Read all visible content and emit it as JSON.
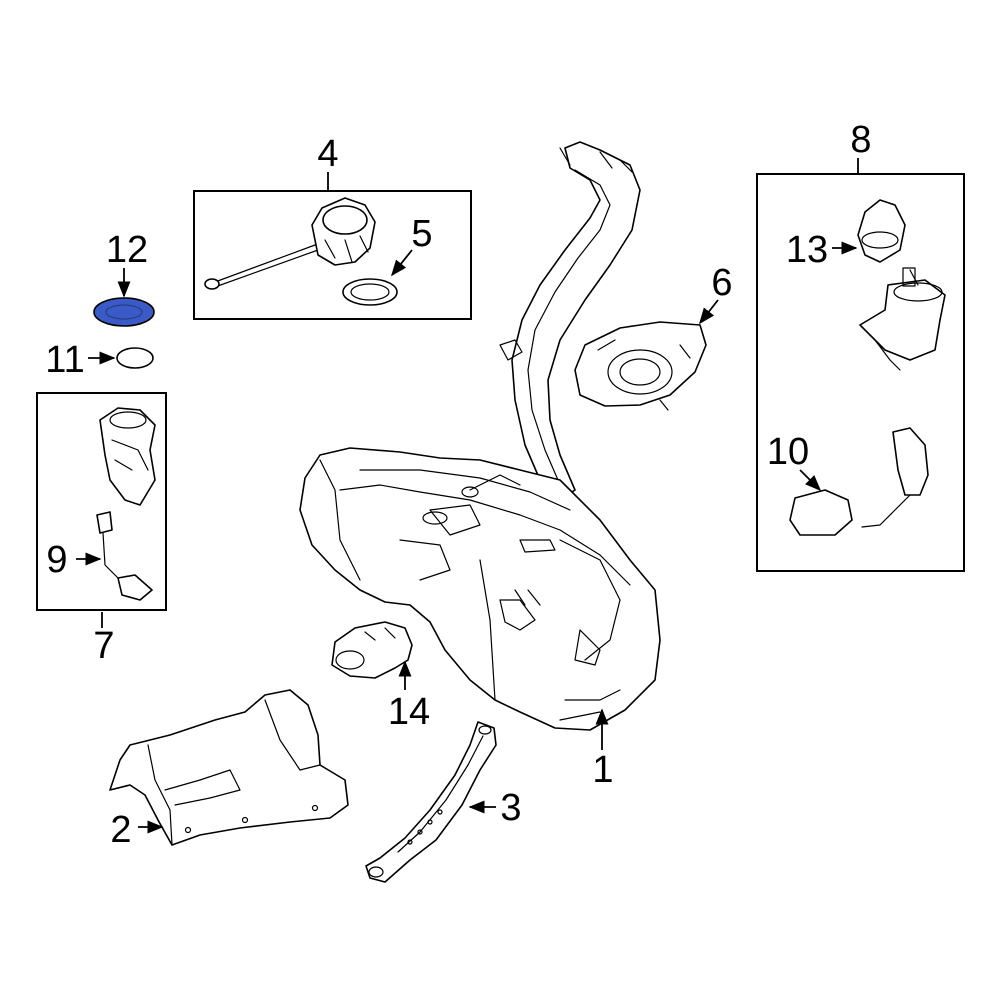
{
  "diagram": {
    "highlight_color": "#3a5bc7",
    "callouts": {
      "c1": "1",
      "c2": "2",
      "c3": "3",
      "c4": "4",
      "c5": "5",
      "c6": "6",
      "c7": "7",
      "c8": "8",
      "c9": "9",
      "c10": "10",
      "c11": "11",
      "c12": "12",
      "c13": "13",
      "c14": "14"
    }
  }
}
